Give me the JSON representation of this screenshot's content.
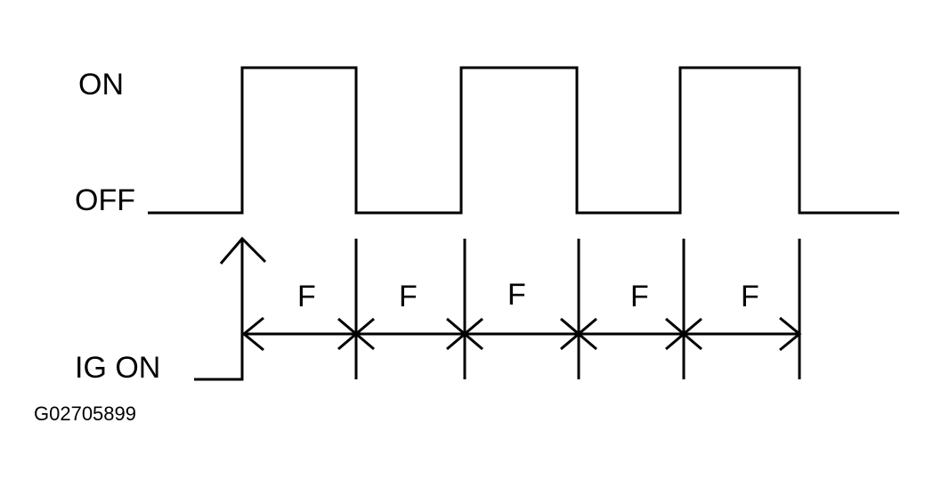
{
  "labels": {
    "on": "ON",
    "off": "OFF",
    "ig_on": "IG ON",
    "figure_id": "G02705899"
  },
  "interval_label": "F",
  "interval_count": 5,
  "colors": {
    "line": "#000000",
    "background": "#ffffff"
  }
}
